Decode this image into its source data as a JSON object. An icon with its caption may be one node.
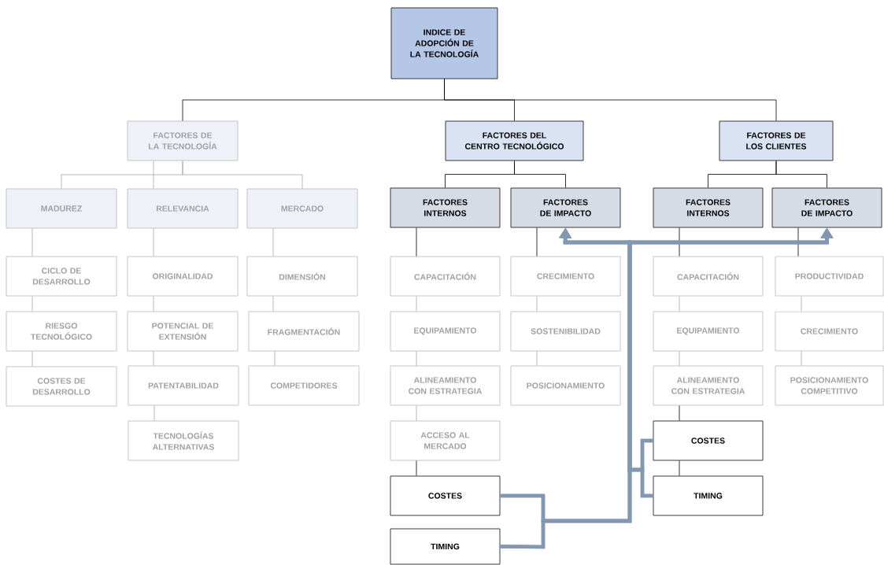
{
  "diagram": {
    "nodes": [
      {
        "text": [
          "INDICE DE ADOPCIÓN DE LA TECNOLOGÍA"
        ]
      },
      {
        "text": [
          "FACTORES DE LA TECNOLOGÍA"
        ]
      },
      {
        "text": [
          "FACTORES DEL CENTRO TECNOLÓGICO"
        ]
      },
      {
        "text": [
          "FACTORES DE LOS CLIENTES"
        ]
      },
      {
        "text": [
          "MADUREZ"
        ]
      },
      {
        "text": [
          "RELEVANCIA"
        ]
      },
      {
        "text": [
          "MERCADO"
        ]
      },
      {
        "text": [
          "CICLO DE DESARROLLO"
        ]
      },
      {
        "text": [
          "RIESGO TECNOLÓGICO"
        ]
      },
      {
        "text": [
          "COSTES DE DESARROLLO"
        ]
      },
      {
        "text": [
          "ORIGINALIDAD"
        ]
      },
      {
        "text": [
          "POTENCIAL DE EXTENSIÓN"
        ]
      },
      {
        "text": [
          "PATENTABILIDAD"
        ]
      },
      {
        "text": [
          "TECNOLOGÍAS ALTERNATIVAS"
        ]
      },
      {
        "text": [
          "DIMENSIÓN"
        ]
      },
      {
        "text": [
          "FRAGMENTACIÓN"
        ]
      },
      {
        "text": [
          "COMPETIDORES"
        ]
      },
      {
        "text": [
          "FACTORES INTERNOS"
        ]
      },
      {
        "text": [
          "FACTORES DE IMPACTO"
        ]
      },
      {
        "text": [
          "CAPACITACIÓN"
        ]
      },
      {
        "text": [
          "EQUIPAMIENTO"
        ]
      },
      {
        "text": [
          "ALINEAMIENTO CON ESTRATEGIA"
        ]
      },
      {
        "text": [
          "ACCESO AL MERCADO"
        ]
      },
      {
        "text": [
          "COSTES"
        ]
      },
      {
        "text": [
          "TIMING"
        ]
      },
      {
        "text": [
          "CRECIMIENTO"
        ]
      },
      {
        "text": [
          "SOSTENIBILIDAD"
        ]
      },
      {
        "text": [
          "POSICIONAMIENTO"
        ]
      },
      {
        "text": [
          "FACTORES INTERNOS"
        ]
      },
      {
        "text": [
          "FACTORES DE IMPACTO"
        ]
      },
      {
        "text": [
          "CAPACITACIÓN"
        ]
      },
      {
        "text": [
          "EQUIPAMIENTO"
        ]
      },
      {
        "text": [
          "ALINEAMIENTO CON ESTRATEGIA"
        ]
      },
      {
        "text": [
          "COSTES"
        ]
      },
      {
        "text": [
          "TIMING"
        ]
      },
      {
        "text": [
          "PRODUCTIVIDAD"
        ]
      },
      {
        "text": [
          "CRECIMIENTO"
        ]
      },
      {
        "text": [
          "POSICIONAMIENTO COMPETITIVO"
        ]
      }
    ],
    "edges": [
      {
        "from": 0,
        "to": 1,
        "arrow": "none",
        "color": "#000000"
      },
      {
        "from": 0,
        "to": 2,
        "arrow": "none",
        "color": "#000000"
      },
      {
        "from": 0,
        "to": 3,
        "arrow": "none",
        "color": "#000000"
      },
      {
        "from": 1,
        "to": 4,
        "arrow": "none"
      },
      {
        "from": 1,
        "to": 5,
        "arrow": "none"
      },
      {
        "from": 1,
        "to": 6,
        "arrow": "none"
      },
      {
        "from": 4,
        "to": 7,
        "arrow": "none"
      },
      {
        "from": 7,
        "to": 8,
        "arrow": "none"
      },
      {
        "from": 8,
        "to": 9,
        "arrow": "none"
      },
      {
        "from": 5,
        "to": 10,
        "arrow": "none"
      },
      {
        "from": 10,
        "to": 11,
        "arrow": "none"
      },
      {
        "from": 11,
        "to": 12,
        "arrow": "none"
      },
      {
        "from": 12,
        "to": 13,
        "arrow": "none"
      },
      {
        "from": 6,
        "to": 14,
        "arrow": "none"
      },
      {
        "from": 14,
        "to": 15,
        "arrow": "none"
      },
      {
        "from": 15,
        "to": 16,
        "arrow": "none"
      },
      {
        "from": 2,
        "to": 17,
        "arrow": "none",
        "color": "#000000"
      },
      {
        "from": 2,
        "to": 18,
        "arrow": "none",
        "color": "#000000"
      },
      {
        "from": 17,
        "to": 19,
        "arrow": "none",
        "color": "#000000"
      },
      {
        "from": 19,
        "to": 20,
        "arrow": "none"
      },
      {
        "from": 20,
        "to": 21,
        "arrow": "none"
      },
      {
        "from": 21,
        "to": 22,
        "arrow": "none"
      },
      {
        "from": 22,
        "to": 23,
        "arrow": "none",
        "color": "#000000"
      },
      {
        "from": 18,
        "to": 25,
        "arrow": "none",
        "color": "#000000"
      },
      {
        "from": 25,
        "to": 26,
        "arrow": "none"
      },
      {
        "from": 26,
        "to": 27,
        "arrow": "none"
      },
      {
        "from": 3,
        "to": 28,
        "arrow": "none",
        "color": "#000000"
      },
      {
        "from": 3,
        "to": 29,
        "arrow": "none",
        "color": "#000000"
      },
      {
        "from": 28,
        "to": 30,
        "arrow": "none",
        "color": "#000000"
      },
      {
        "from": 30,
        "to": 31,
        "arrow": "none"
      },
      {
        "from": 31,
        "to": 32,
        "arrow": "none"
      },
      {
        "from": 32,
        "to": 33,
        "arrow": "none",
        "color": "#000000"
      },
      {
        "from": 33,
        "to": 34,
        "arrow": "none",
        "color": "#000000"
      },
      {
        "from": 29,
        "to": 35,
        "arrow": "none",
        "color": "#000000"
      },
      {
        "from": 35,
        "to": 36,
        "arrow": "none"
      },
      {
        "from": 36,
        "to": 37,
        "arrow": "none"
      },
      {
        "from": 23,
        "to": 18,
        "arrow": "to",
        "style": "thick",
        "color": "#8497b0"
      },
      {
        "from": 24,
        "to": 18,
        "arrow": "to",
        "style": "thick",
        "color": "#8497b0"
      },
      {
        "from": 33,
        "to": 18,
        "arrow": "to",
        "style": "thick",
        "color": "#8497b0"
      },
      {
        "from": 34,
        "to": 18,
        "arrow": "to",
        "style": "thick",
        "color": "#8497b0"
      },
      {
        "from": 23,
        "to": 29,
        "arrow": "to",
        "style": "thick",
        "color": "#8497b0"
      },
      {
        "from": 24,
        "to": 29,
        "arrow": "to",
        "style": "thick",
        "color": "#8497b0"
      },
      {
        "from": 33,
        "to": 29,
        "arrow": "to",
        "style": "thick",
        "color": "#8497b0"
      },
      {
        "from": 34,
        "to": 29,
        "arrow": "to",
        "style": "thick",
        "color": "#8497b0"
      }
    ]
  }
}
